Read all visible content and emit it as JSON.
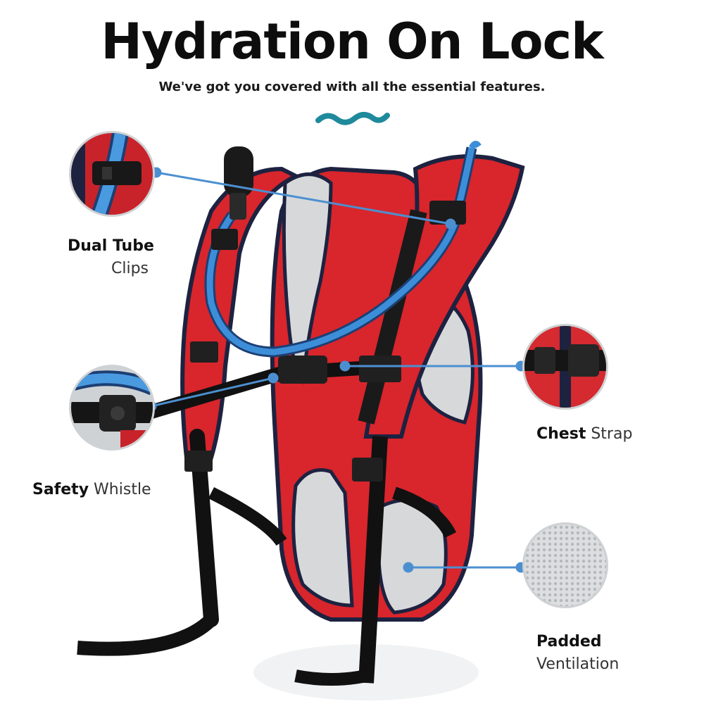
{
  "header": {
    "title": "Hydration On Lock",
    "subtitle": "We've got you covered with all the essential features."
  },
  "accent_color": "#1f8a9c",
  "callout_color": "#4c8fd0",
  "features": [
    {
      "bold": "Dual Tube",
      "light": "Clips",
      "icon": "tube-clip-closeup"
    },
    {
      "bold": "Safety",
      "light": "Whistle",
      "icon": "whistle-buckle-closeup"
    },
    {
      "bold": "Chest",
      "light": "Strap",
      "icon": "chest-strap-closeup"
    },
    {
      "bold": "Padded",
      "light": "Ventilation",
      "icon": "mesh-closeup"
    }
  ]
}
